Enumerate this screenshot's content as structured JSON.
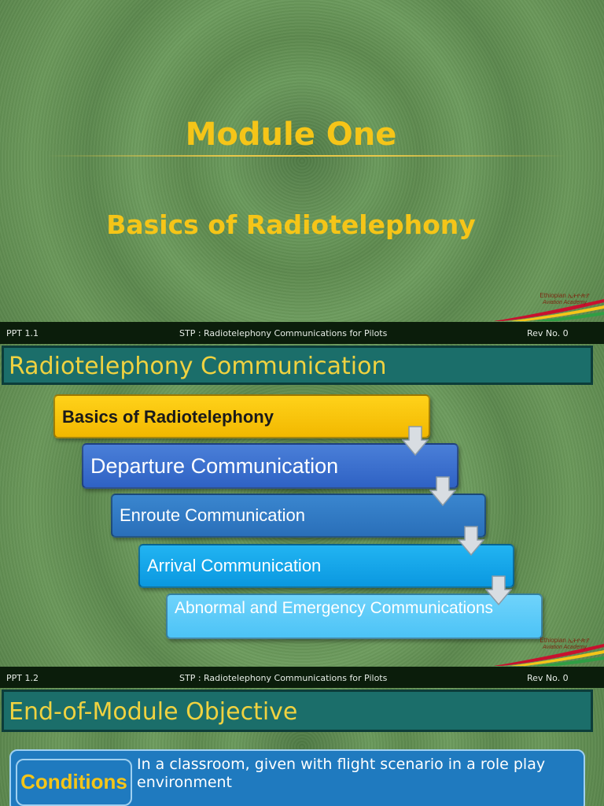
{
  "slide1": {
    "title": "Module One",
    "subtitle": "Basics of Radiotelephony"
  },
  "logo": {
    "name": "Ethiopian ኢትዮጵያ",
    "academy": "Aviation Academy"
  },
  "footer1": {
    "left": "PPT 1.1",
    "middle": "STP : Radiotelephony Communications for Pilots",
    "right": "Rev No. 0"
  },
  "slide2": {
    "title": "Radiotelephony Communication",
    "steps": [
      "Basics of Radiotelephony",
      "Departure Communication",
      "Enroute Communication",
      "Arrival Communication",
      "Abnormal and Emergency Communications"
    ]
  },
  "footer2": {
    "left": "PPT 1.2",
    "middle": "STP : Radiotelephony Communications for Pilots",
    "right": "Rev No. 0"
  },
  "slide3": {
    "title": "End-of-Module Objective",
    "conditions_label": "Conditions",
    "conditions_text": "In a classroom, given with flight scenario in a role play environment"
  },
  "colors": {
    "title_yellow": "#f5c518",
    "step_yellow": "#f2b800",
    "step_blue_dark": "#2f62c4",
    "step_blue_mid": "#2a6fb9",
    "step_blue_bright": "#0a98e0",
    "step_blue_light": "#4cc3f6",
    "teal_bar": "#1b6e6a",
    "footer_bg": "#0b1d0b"
  }
}
